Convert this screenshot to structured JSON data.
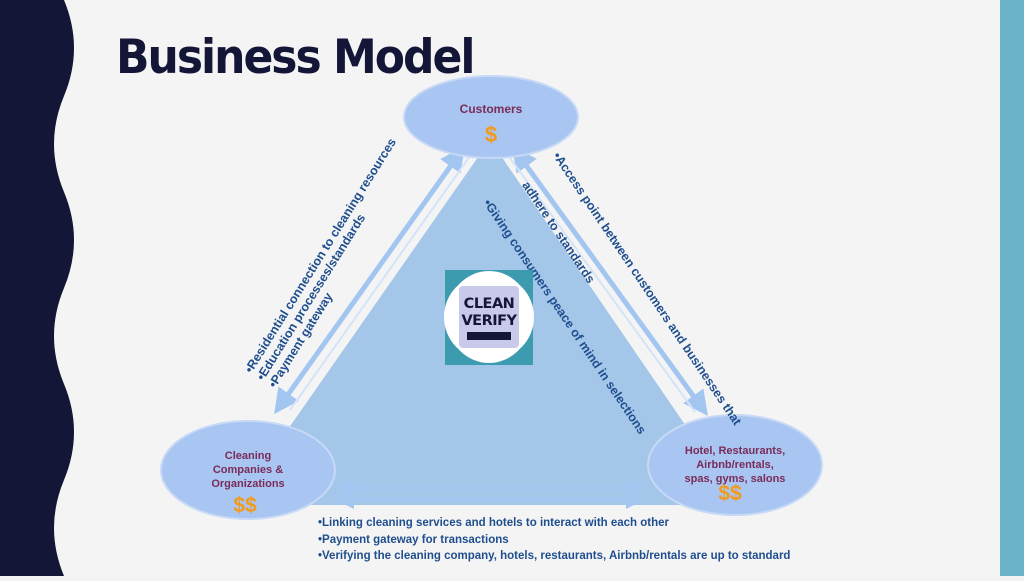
{
  "slide": {
    "title": "Business Model",
    "colors": {
      "accent_dark": "#141637",
      "right_band": "#6ab3c9",
      "triangle": "#a3c6e9",
      "ellipse": "#a9c6f2",
      "node_text": "#7a2b58",
      "money": "#f19a1c",
      "note_text": "#1f4e8e"
    }
  },
  "nodes": {
    "customers": {
      "label": "Customers",
      "price": "$"
    },
    "cleaning": {
      "label_lines": [
        "Cleaning",
        "Companies &",
        "Organizations"
      ],
      "price": "$$"
    },
    "hotels": {
      "label_lines": [
        "Hotel, Restaurants,",
        "Airbnb/rentals,",
        "spas, gyms, salons"
      ],
      "price": "$$"
    }
  },
  "left_notes": [
    "•Residential connection to cleaning resources",
    "•Education processes/standards",
    "•Payment gateway"
  ],
  "right_notes": [
    "•Access point between customers and businesses that",
    "  adhere to standards",
    "•Giving consumers peace of mind in selections"
  ],
  "bottom_notes": [
    "•Linking cleaning services and hotels to interact with each other",
    "•Payment gateway for transactions",
    "•Verifying the cleaning company, hotels, restaurants, Airbnb/rentals are up to standard"
  ],
  "logo": {
    "line1": "CLEAN",
    "line2": "VERIFY",
    "icon": "clean-verify-badge-logo"
  }
}
